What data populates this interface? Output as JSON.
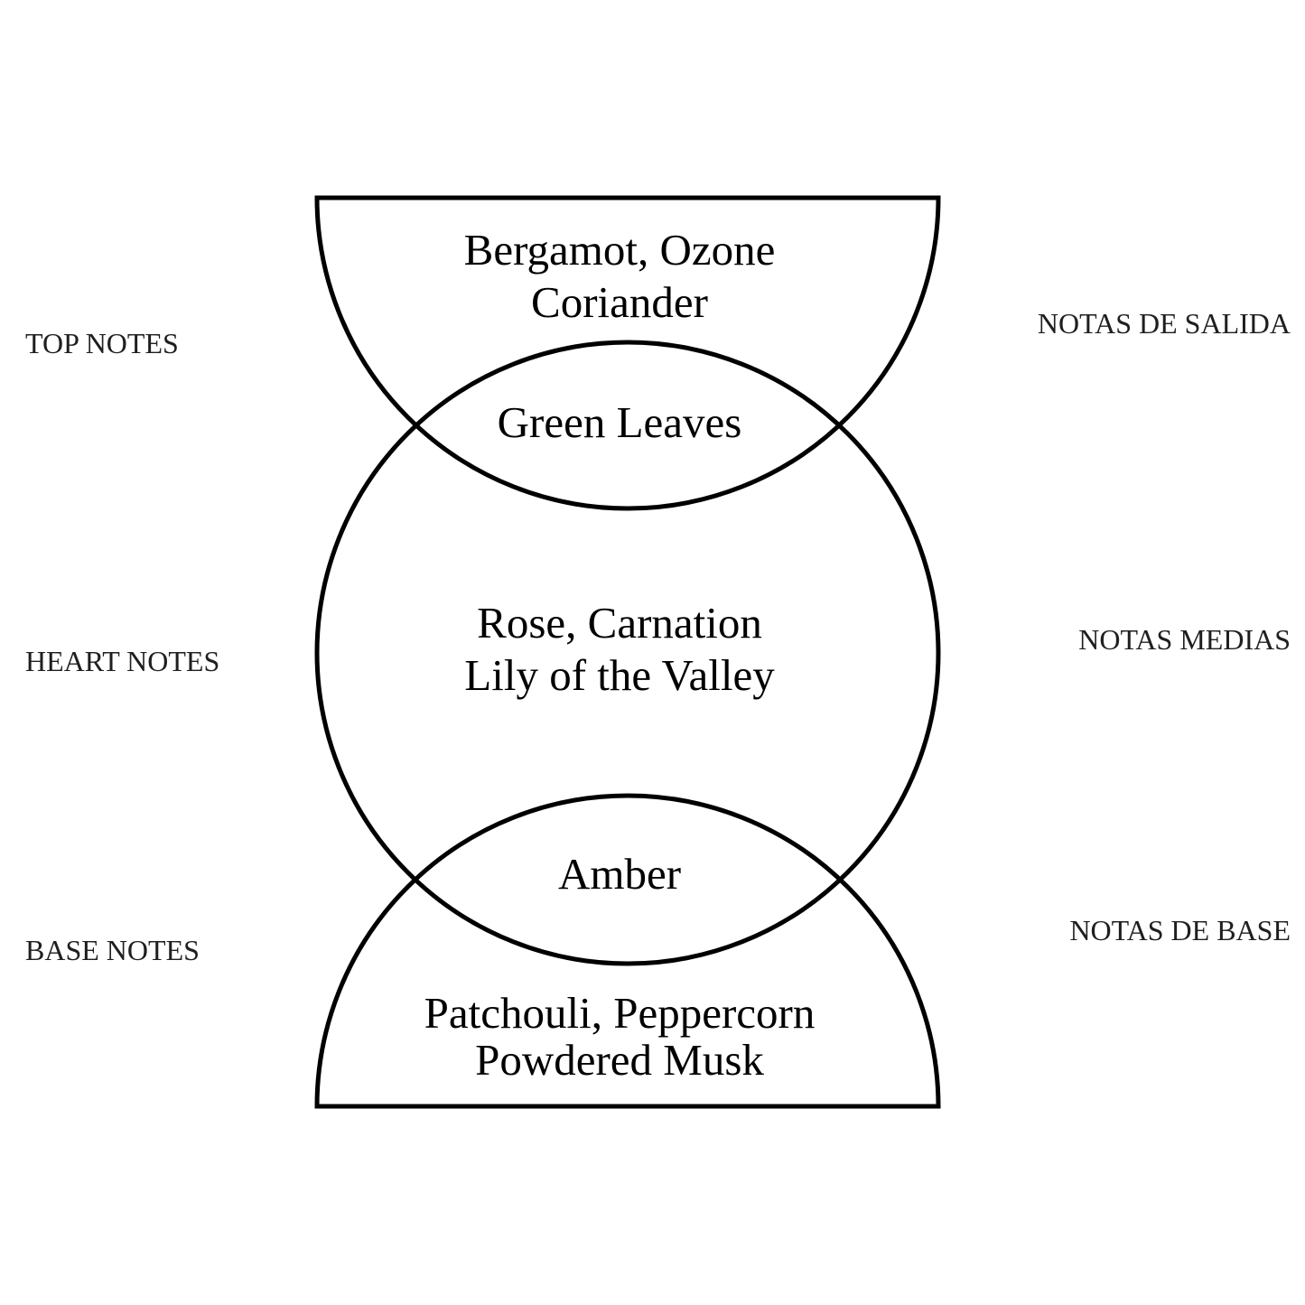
{
  "diagram": {
    "kind": "fragrance-notes-venn-pyramid"
  },
  "colors": {
    "background": "#ffffff",
    "stroke": "#000000",
    "region_text": "#000000",
    "side_label_text": "#1f1f1f"
  },
  "regions": {
    "top": {
      "lines": [
        "Bergamot, Ozone",
        "Coriander"
      ]
    },
    "top_heart_overlap": {
      "lines": [
        "Green Leaves"
      ]
    },
    "heart": {
      "lines": [
        "Rose, Carnation",
        "Lily of the Valley"
      ]
    },
    "heart_base_overlap": {
      "lines": [
        "Amber"
      ]
    },
    "base": {
      "lines": [
        "Patchouli, Peppercorn",
        "Powdered Musk"
      ]
    }
  },
  "side_labels": {
    "top_left": "TOP NOTES",
    "top_right": "NOTAS DE SALIDA",
    "middle_left": "HEART NOTES",
    "middle_right": "NOTAS MEDIAS",
    "bottom_left": "BASE NOTES",
    "bottom_right": "NOTAS DE BASE"
  }
}
